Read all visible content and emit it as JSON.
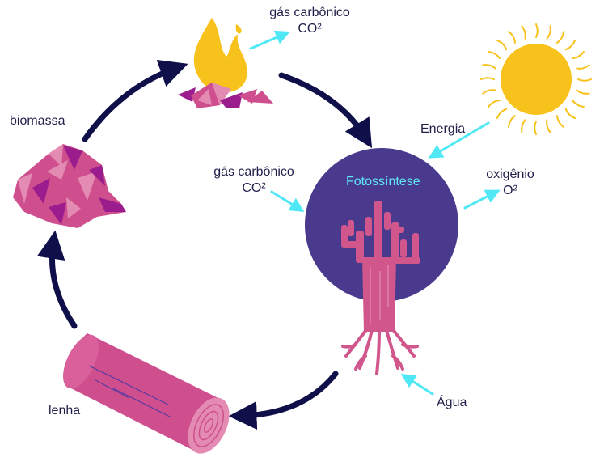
{
  "labels": {
    "co2_top": {
      "name": "gás carbônico",
      "formula": "CO²"
    },
    "co2_left": {
      "name": "gás carbônico",
      "formula": "CO²"
    },
    "oxygen": {
      "name": "oxigênio",
      "formula": "O²"
    },
    "energy": "Energia",
    "water": "Água",
    "biomass": "biomassa",
    "firewood": "lenha",
    "photosynthesis": "Fotossíntese"
  },
  "colors": {
    "arrow_dark": "#0f0f4a",
    "arrow_cyan": "#4fe8f4",
    "tree_circle": "#4a3a8e",
    "tree_pink": "#d1568c",
    "sun": "#f8c21d",
    "flame": "#f8c21d",
    "crystal_pink": "#cf4f8e",
    "crystal_purple": "#9b1c8c",
    "photosynthesis_text": "#5ee8f5"
  }
}
